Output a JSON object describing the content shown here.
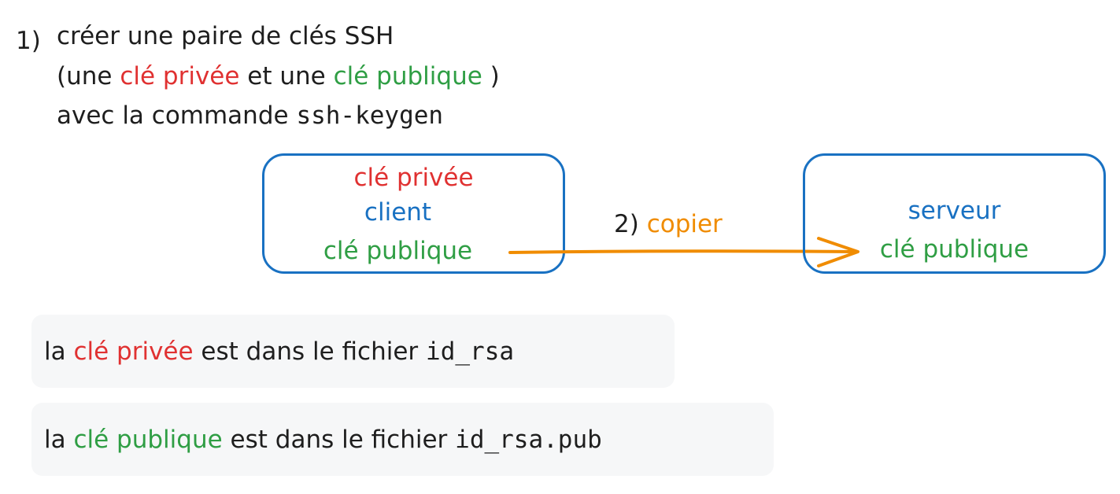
{
  "step1": {
    "number": "1)",
    "line1": "créer une paire de clés SSH",
    "line2_open": "(une ",
    "line2_private": "clé privée",
    "line2_mid": " et une ",
    "line2_public": "clé publique",
    "line2_close": " )",
    "line3_text": "avec la commande ",
    "line3_cmd": "ssh-keygen"
  },
  "client_box": {
    "private_key": "clé privée",
    "label": "client",
    "public_key": "clé publique"
  },
  "server_box": {
    "label": "serveur",
    "public_key": "clé publique"
  },
  "step2": {
    "number": "2)",
    "label": "copier"
  },
  "notes": [
    {
      "prefix": "la ",
      "key": "clé privée",
      "middle": " est dans le fichier ",
      "file": "id_rsa"
    },
    {
      "prefix": "la ",
      "key": "clé publique",
      "middle": " est dans le fichier ",
      "file": "id_rsa.pub"
    }
  ],
  "colors": {
    "private": "#e03131",
    "public": "#2f9e44",
    "box": "#1971c2",
    "arrow": "#f08c00"
  }
}
